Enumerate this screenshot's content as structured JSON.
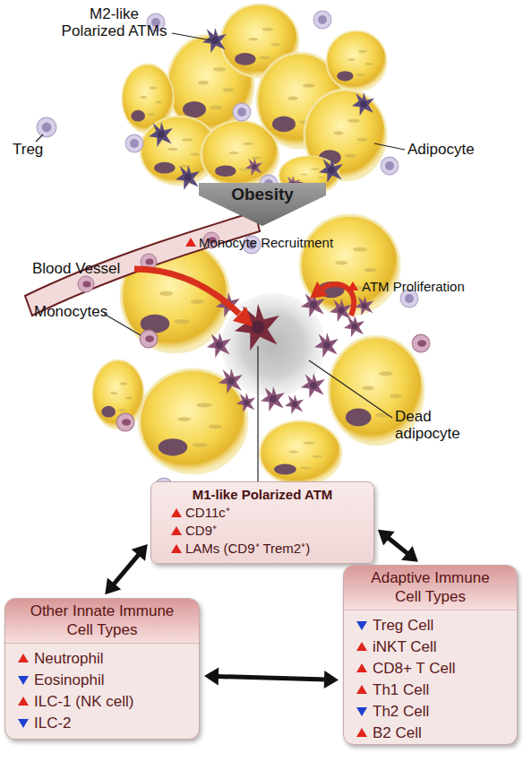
{
  "diagram": {
    "nodes": [
      {
        "text": [
          "Obesity"
        ]
      },
      {
        "text": [
          "M1-like Polarized ATM",
          "CD11c⁺",
          "CD9⁺",
          "LAMs (CD9⁺ Trem2⁺)"
        ]
      },
      {
        "text": [
          "Other Innate Immune Cell Types",
          "Neutrophil",
          "Eosinophil",
          "ILC-1 (NK cell)",
          "ILC-2"
        ]
      },
      {
        "text": [
          "Adaptive Immune Cell Types",
          "Treg Cell",
          "iNKT Cell",
          "CD8+ T Cell",
          "Th1 Cell",
          "Th2 Cell",
          "B2 Cell"
        ]
      }
    ],
    "edges": [
      {
        "from": 1,
        "to": 2,
        "arrow": "both"
      },
      {
        "from": 1,
        "to": 3,
        "arrow": "both"
      },
      {
        "from": 2,
        "to": 3,
        "arrow": "both"
      }
    ],
    "labels": [
      "M2-like Polarized ATMs",
      "Treg",
      "Adipocyte",
      "Blood Vessel",
      "Monocyte Recruitment",
      "Monocytes",
      "ATM Proliferation",
      "Dead adipocyte"
    ]
  }
}
